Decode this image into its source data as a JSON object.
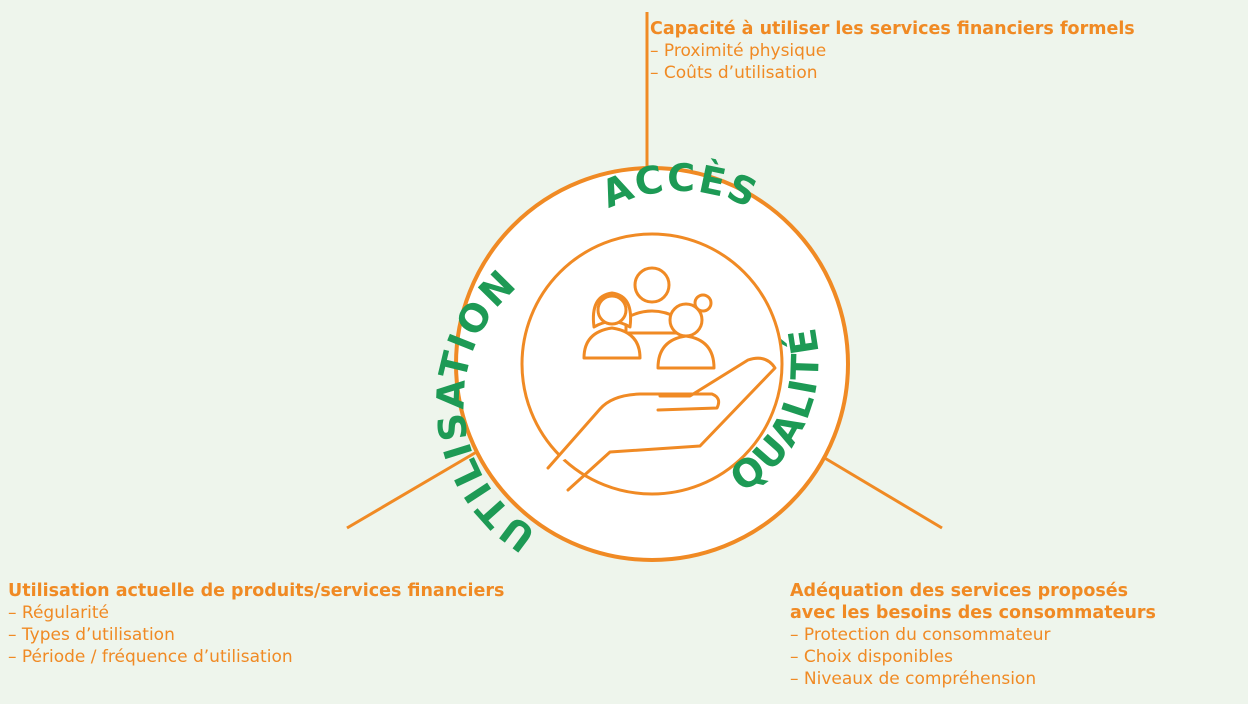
{
  "colors": {
    "background": "#eef5ec",
    "accent": "#f08a24",
    "green": "#1d9a55",
    "white": "#ffffff"
  },
  "diagram": {
    "ring_labels": {
      "top": "ACCÈS",
      "left": "UTILISATION",
      "right": "QUALITÉ"
    },
    "center_icon": "hand-holding-people-icon"
  },
  "blocks": {
    "top": {
      "heading": "Capacité à utiliser les services financiers formels",
      "items": [
        "– Proximité physique",
        "– Coûts d’utilisation"
      ]
    },
    "left": {
      "heading": "Utilisation actuelle de produits/services financiers",
      "items": [
        "– Régularité",
        "– Types d’utilisation",
        "– Période / fréquence d’utilisation"
      ]
    },
    "right": {
      "heading_line1": "Adéquation des services proposés",
      "heading_line2": "avec les besoins des consommateurs",
      "items": [
        "– Protection du consommateur",
        "– Choix disponibles",
        "– Niveaux de compréhension"
      ]
    }
  }
}
